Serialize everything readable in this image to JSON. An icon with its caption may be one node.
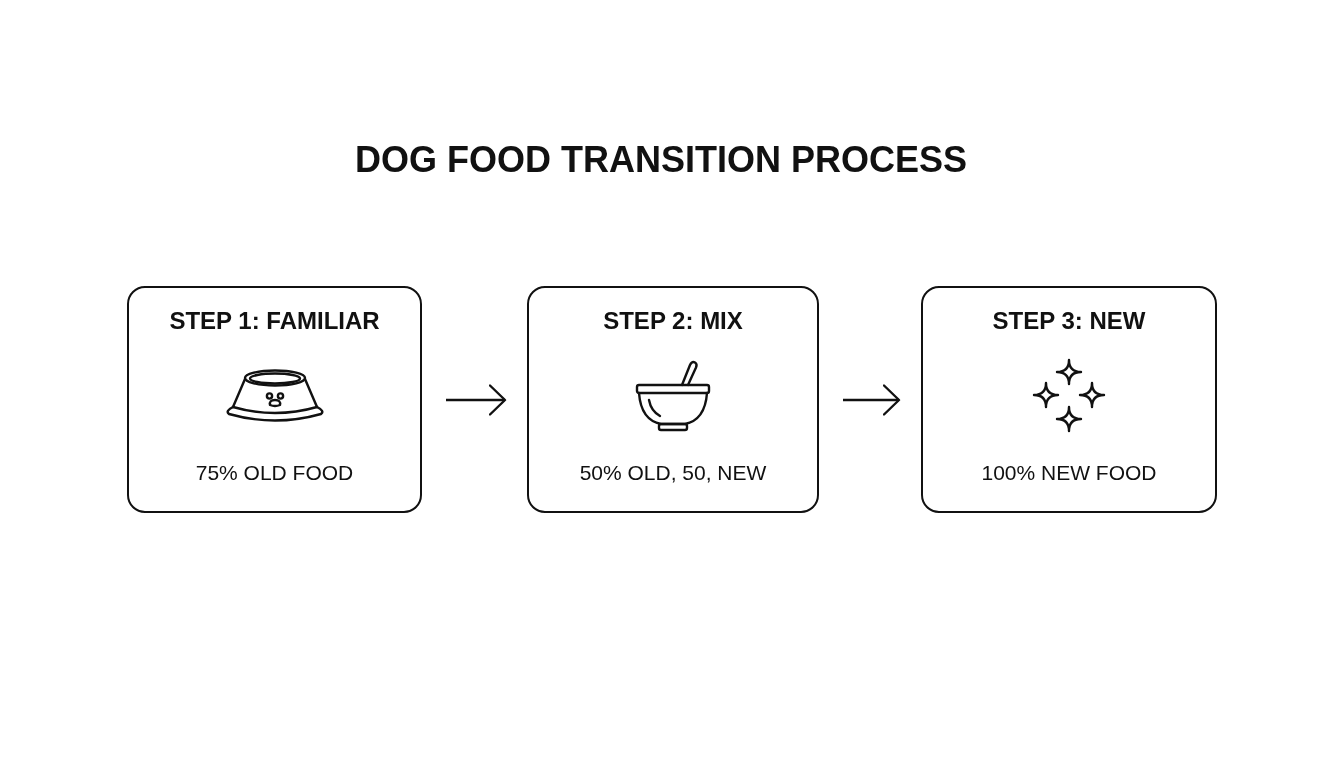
{
  "diagram": {
    "title": "DOG FOOD TRANSITION PROCESS",
    "nodes": [
      {
        "text": [
          "STEP 1: FAMILIAR",
          "75% OLD FOOD"
        ]
      },
      {
        "text": [
          "STEP 2: MIX",
          "50% OLD, 50, NEW"
        ]
      },
      {
        "text": [
          "STEP 3: NEW",
          "100% NEW FOOD"
        ]
      }
    ],
    "edges": [
      {
        "from": 0,
        "to": 1,
        "arrow": "to"
      },
      {
        "from": 1,
        "to": 2,
        "arrow": "to"
      }
    ]
  }
}
